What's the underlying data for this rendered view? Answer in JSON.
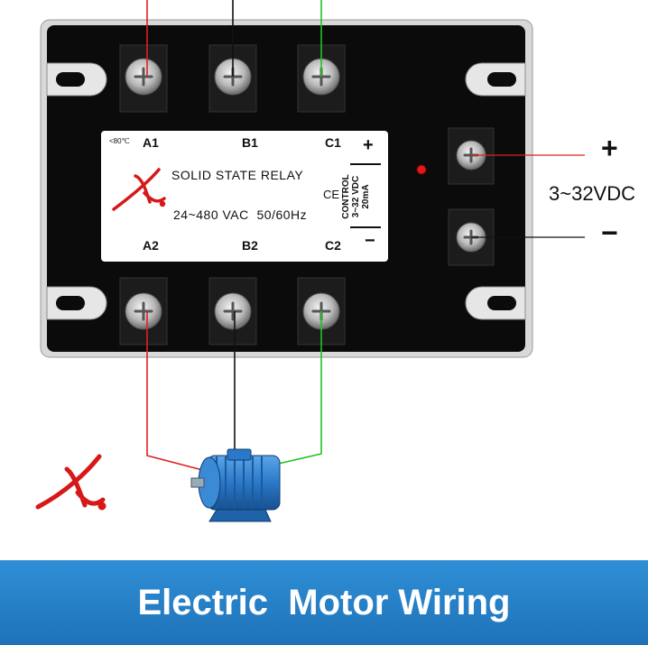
{
  "relay": {
    "temp_rating": "<80℃",
    "terminals_top": [
      "A1",
      "B1",
      "C1"
    ],
    "terminals_bottom": [
      "A2",
      "B2",
      "C2"
    ],
    "title": "SOLID STATE RELAY",
    "rating": "24~480 VAC  50/60Hz",
    "ce_mark": "CE",
    "control_lines": [
      "CONTROL",
      "3~32 VDC",
      "20mA"
    ],
    "plus_sign": "+",
    "minus_sign": "−"
  },
  "control_input": {
    "plus": "+",
    "voltage": "3~32VDC",
    "minus": "−"
  },
  "banner": {
    "title": "Electric  Motor Wiring"
  },
  "colors": {
    "wire_a": "#e02020",
    "wire_b": "#111111",
    "wire_c": "#22c322",
    "relay_body": "#0b0b0b",
    "banner": "#2a85cf",
    "motor": "#2a78c8",
    "logo": "#d61818"
  },
  "icons": [
    "relay-logo-icon",
    "motor-icon",
    "led-indicator-icon",
    "screw-terminal-icon",
    "brand-logo-icon"
  ]
}
